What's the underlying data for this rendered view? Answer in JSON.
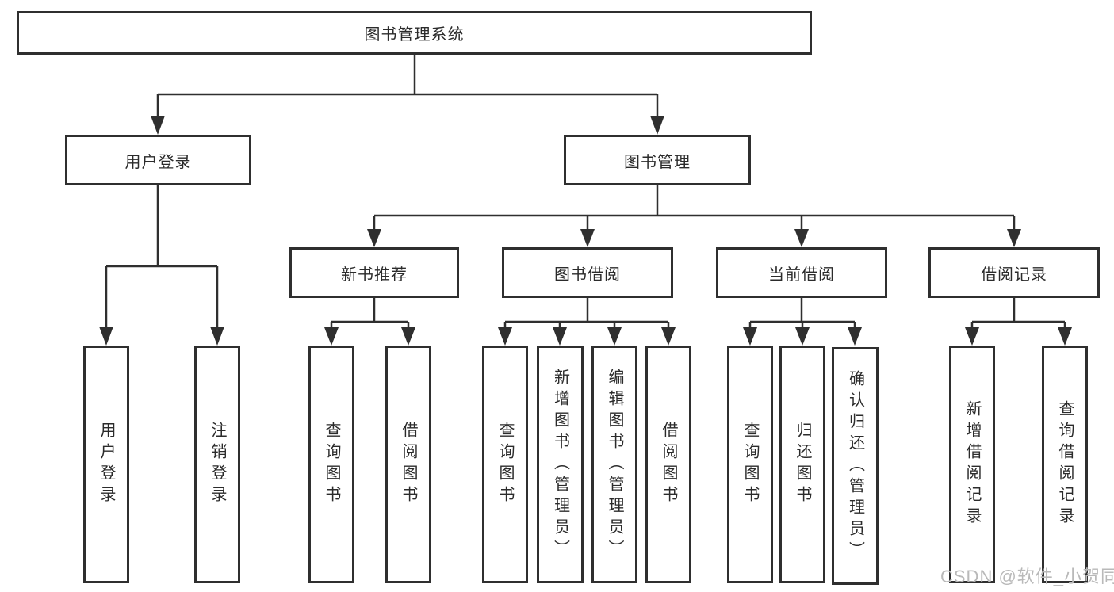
{
  "diagram": {
    "type": "tree",
    "root": {
      "label": "图书管理系统"
    },
    "level2": [
      {
        "id": "user-login-branch",
        "label": "用户登录"
      },
      {
        "id": "book-management-branch",
        "label": "图书管理"
      }
    ],
    "level3": [
      {
        "id": "new-book-recommend",
        "label": "新书推荐"
      },
      {
        "id": "book-borrow",
        "label": "图书借阅"
      },
      {
        "id": "current-borrow",
        "label": "当前借阅"
      },
      {
        "id": "borrow-records",
        "label": "借阅记录"
      }
    ],
    "leaves": {
      "user_login": [
        "用户登录",
        "注销登录"
      ],
      "new_book_recommend": [
        "查询图书",
        "借阅图书"
      ],
      "book_borrow": [
        "查询图书",
        "新增图书（管理员）",
        "编辑图书（管理员）",
        "借阅图书"
      ],
      "current_borrow": [
        "查询图书",
        "归还图书",
        "确认归还（管理员）"
      ],
      "borrow_records": [
        "新增借阅记录",
        "查询借阅记录"
      ]
    },
    "colors": {
      "line": "#2f2f2f",
      "box_border": "#2f2f2f",
      "text": "#2b2b2b",
      "background": "#ffffff",
      "watermark": "#b9b9b9"
    }
  },
  "watermark": "CSDN @软件_小贺同学"
}
